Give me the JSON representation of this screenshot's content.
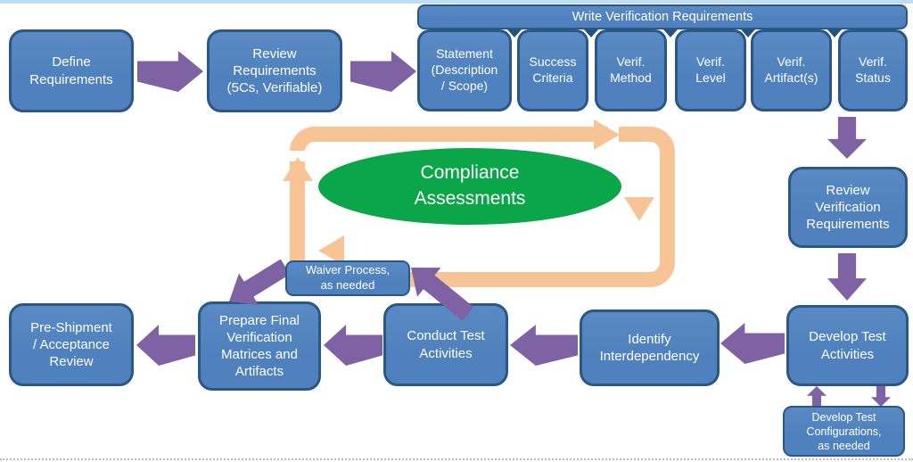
{
  "colors": {
    "box_fill": "#4E81BD",
    "box_fill_light": "#5A8AC5",
    "box_border": "#2B5784",
    "arrow": "#7E62A4",
    "loop": "#F7C495",
    "ellipse_green": "#0CA64A",
    "top_line": "#BFDDF4",
    "text": "#FFFFFF",
    "junction": "#27507A",
    "dotted": "#BDBDBD"
  },
  "boxes": {
    "define_requirements": "Define\nRequirements",
    "review_requirements": "Review\nRequirements\n(5Cs, Verifiable)",
    "write_verification_header": "Write Verification Requirements",
    "statement": "Statement\n(Description\n/ Scope)",
    "success_criteria": "Success\nCriteria",
    "verif_method": "Verif.\nMethod",
    "verif_level": "Verif.\nLevel",
    "verif_artifacts": "Verif.\nArtifact(s)",
    "verif_status": "Verif.\nStatus",
    "review_verification": "Review\nVerification\nRequirements",
    "develop_test_activities": "Develop Test\nActivities",
    "develop_test_configurations": "Develop Test\nConfigurations,\nas needed",
    "identify_interdependency": "Identify\nInterdependency",
    "conduct_test_activities": "Conduct Test\nActivities",
    "prepare_final": "Prepare Final\nVerification\nMatrices and\nArtifacts",
    "pre_shipment": "Pre-Shipment\n/ Acceptance\nReview",
    "waiver_process": "Waiver Process,\nas needed",
    "compliance_assessments": "Compliance\nAssessments"
  }
}
